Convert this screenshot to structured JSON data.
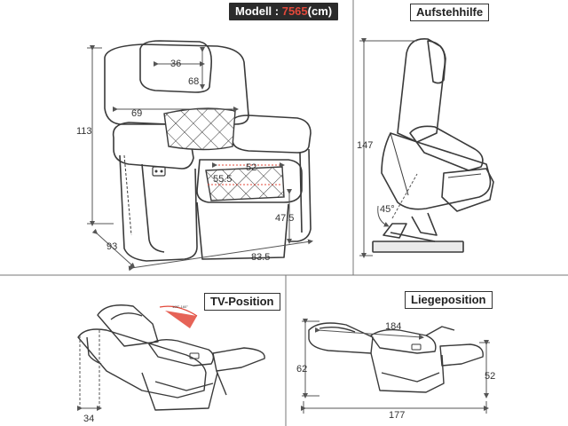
{
  "title": {
    "prefix": "Modell : ",
    "model": "7565",
    "suffix": "(cm)"
  },
  "colors": {
    "accent": "#e2483a",
    "line": "#3a3a3a",
    "dim_line": "#555555"
  },
  "panels": {
    "lift": "Aufstehhilfe",
    "tv": "TV-Position",
    "lie": "Liegeposition"
  },
  "dims": {
    "headrest_width": "36",
    "headrest_height": "68",
    "back_width": "69",
    "total_height": "113",
    "seat_depth": "52",
    "seat_width": "55.5",
    "seat_height": "47.5",
    "depth": "93",
    "width": "83.5",
    "lift_height": "147",
    "lift_angle": "45°",
    "tv_angle": "105°-160°",
    "tv_depth": "34",
    "lie_length_top": "184",
    "lie_height_left": "62",
    "lie_height_right": "52",
    "lie_length_bottom": "177"
  }
}
